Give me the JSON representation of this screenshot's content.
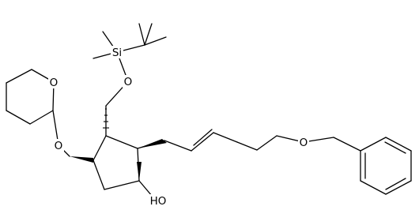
{
  "molecule": {
    "atom_labels": {
      "si": "Si",
      "o_silyl": "O",
      "o_ring": "O",
      "o_thp_link": "O",
      "o_benzyl": "O",
      "oh": "HO"
    }
  }
}
